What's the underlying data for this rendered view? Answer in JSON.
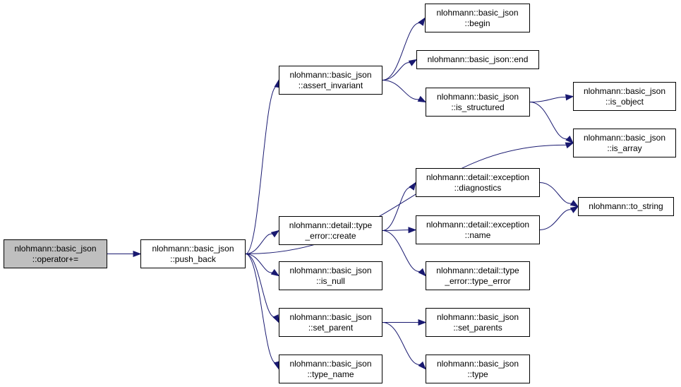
{
  "colors": {
    "edge": "#191970",
    "root_fill": "#bfbfbf",
    "node_fill": "#ffffff",
    "border": "#000000"
  },
  "nodes": {
    "operator_plus_eq": {
      "lines": [
        "nlohmann::basic_json",
        "::operator+="
      ],
      "root": true
    },
    "push_back": {
      "lines": [
        "nlohmann::basic_json",
        "::push_back"
      ]
    },
    "assert_invariant": {
      "lines": [
        "nlohmann::basic_json",
        "::assert_invariant"
      ]
    },
    "begin": {
      "lines": [
        "nlohmann::basic_json",
        "::begin"
      ]
    },
    "end": {
      "lines": [
        "nlohmann::basic_json::end"
      ]
    },
    "is_structured": {
      "lines": [
        "nlohmann::basic_json",
        "::is_structured"
      ]
    },
    "is_object": {
      "lines": [
        "nlohmann::basic_json",
        "::is_object"
      ]
    },
    "is_array": {
      "lines": [
        "nlohmann::basic_json",
        "::is_array"
      ]
    },
    "type_error_create": {
      "lines": [
        "nlohmann::detail::type",
        "_error::create"
      ]
    },
    "exception_diagnostics": {
      "lines": [
        "nlohmann::detail::exception",
        "::diagnostics"
      ]
    },
    "exception_name": {
      "lines": [
        "nlohmann::detail::exception",
        "::name"
      ]
    },
    "to_string": {
      "lines": [
        "nlohmann::to_string"
      ]
    },
    "type_error_ctor": {
      "lines": [
        "nlohmann::detail::type",
        "_error::type_error"
      ]
    },
    "is_null": {
      "lines": [
        "nlohmann::basic_json",
        "::is_null"
      ]
    },
    "set_parent": {
      "lines": [
        "nlohmann::basic_json",
        "::set_parent"
      ]
    },
    "set_parents": {
      "lines": [
        "nlohmann::basic_json",
        "::set_parents"
      ]
    },
    "type_name": {
      "lines": [
        "nlohmann::basic_json",
        "::type_name"
      ]
    },
    "type": {
      "lines": [
        "nlohmann::basic_json",
        "::type"
      ]
    }
  },
  "edges": [
    [
      "operator_plus_eq",
      "push_back"
    ],
    [
      "push_back",
      "assert_invariant"
    ],
    [
      "push_back",
      "is_array"
    ],
    [
      "push_back",
      "type_error_create"
    ],
    [
      "push_back",
      "is_null"
    ],
    [
      "push_back",
      "set_parent"
    ],
    [
      "push_back",
      "type_name"
    ],
    [
      "assert_invariant",
      "begin"
    ],
    [
      "assert_invariant",
      "end"
    ],
    [
      "assert_invariant",
      "is_structured"
    ],
    [
      "is_structured",
      "is_object"
    ],
    [
      "is_structured",
      "is_array"
    ],
    [
      "type_error_create",
      "exception_diagnostics"
    ],
    [
      "type_error_create",
      "exception_name"
    ],
    [
      "type_error_create",
      "type_error_ctor"
    ],
    [
      "exception_diagnostics",
      "to_string"
    ],
    [
      "exception_name",
      "to_string"
    ],
    [
      "set_parent",
      "set_parents"
    ],
    [
      "set_parent",
      "type"
    ]
  ]
}
